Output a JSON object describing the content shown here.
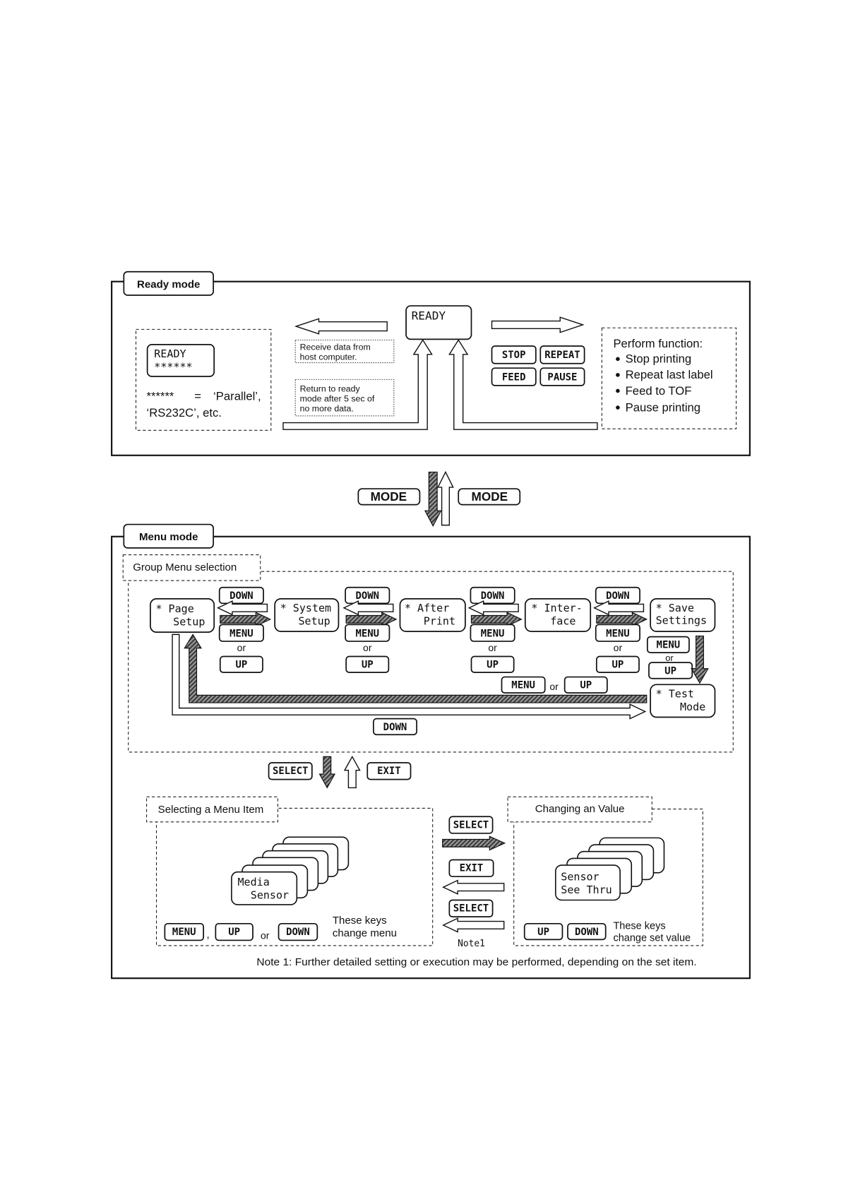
{
  "ready_mode": {
    "label": "Ready mode",
    "example_box": {
      "display": [
        "READY",
        "******"
      ],
      "stars": "******",
      "equals": "=",
      "value1": "‘Parallel’,",
      "value2": "‘RS232C’, etc."
    },
    "receive_note": [
      "Receive data from",
      "host computer."
    ],
    "return_note": [
      "Return to ready",
      "mode after 5 sec of",
      "no more data."
    ],
    "display": "READY",
    "keys": [
      "STOP",
      "REPEAT",
      "FEED",
      "PAUSE"
    ],
    "functions": {
      "title": "Perform function:",
      "items": [
        "Stop printing",
        "Repeat last label",
        "Feed to TOF",
        "Pause printing"
      ]
    }
  },
  "mode_key": "MODE",
  "menu_mode": {
    "label": "Menu mode",
    "group_selection": {
      "label": "Group Menu selection",
      "groups": [
        [
          "* Page",
          "Setup"
        ],
        [
          "* System",
          "Setup"
        ],
        [
          "* After",
          "Print"
        ],
        [
          "* Inter-",
          "face"
        ],
        [
          "* Save",
          "Settings"
        ],
        [
          "* Test",
          "Mode"
        ]
      ],
      "key_down": "DOWN",
      "key_menu": "MENU",
      "key_up": "UP",
      "or": "or"
    },
    "select_key": "SELECT",
    "exit_key": "EXIT",
    "menu_item": {
      "label": "Selecting a Menu Item",
      "card": [
        "Media",
        "Sensor"
      ],
      "keys": [
        "MENU",
        "UP",
        "DOWN"
      ],
      "comma": ",",
      "or": "or",
      "hint": [
        "These keys",
        "change menu"
      ]
    },
    "transition": {
      "select": "SELECT",
      "exit": "EXIT",
      "note_marker": "Note1"
    },
    "value": {
      "label": "Changing an Value",
      "card": [
        "Sensor",
        "See Thru"
      ],
      "keys": [
        "UP",
        "DOWN"
      ],
      "hint": [
        "These keys",
        "change set value"
      ]
    },
    "footnote": "Note 1: Further detailed setting or execution may be performed, depending on the set item."
  }
}
